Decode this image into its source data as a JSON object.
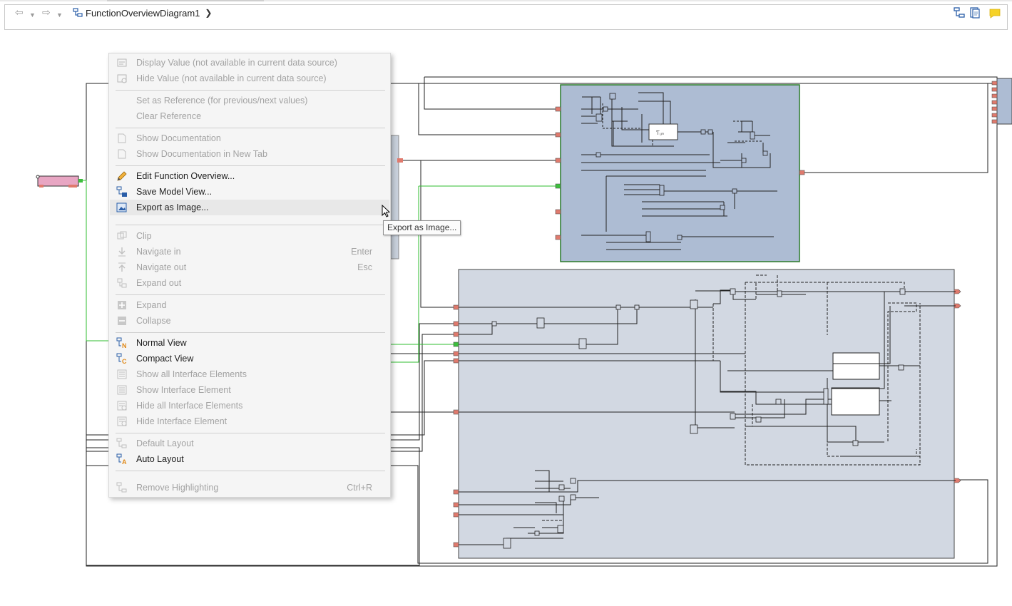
{
  "breadcrumb": {
    "label": "FunctionOverviewDiagram1"
  },
  "context_menu": {
    "items": [
      {
        "label": "Display Value (not available in current data source)",
        "shortcut": "",
        "disabled": true,
        "icon": "display-value-icon"
      },
      {
        "label": "Hide Value (not available in current data source)",
        "shortcut": "",
        "disabled": true,
        "icon": "hide-value-icon"
      },
      {
        "label": "Set as Reference (for previous/next values)",
        "shortcut": "",
        "disabled": true,
        "icon": ""
      },
      {
        "label": "Clear Reference",
        "shortcut": "",
        "disabled": true,
        "icon": ""
      },
      {
        "label": "Show Documentation",
        "shortcut": "",
        "disabled": true,
        "icon": "document-icon"
      },
      {
        "label": "Show Documentation in New Tab",
        "shortcut": "",
        "disabled": true,
        "icon": "document-icon"
      },
      {
        "label": "Edit Function Overview...",
        "shortcut": "",
        "disabled": false,
        "icon": "pencil-icon"
      },
      {
        "label": "Save Model View...",
        "shortcut": "",
        "disabled": false,
        "icon": "save-model-view-icon"
      },
      {
        "label": "Export as Image...",
        "shortcut": "",
        "disabled": false,
        "icon": "export-image-icon"
      },
      {
        "label": "Clip",
        "shortcut": "",
        "disabled": true,
        "icon": "clip-icon"
      },
      {
        "label": "Navigate in",
        "shortcut": "Enter",
        "disabled": true,
        "icon": "navigate-in-icon"
      },
      {
        "label": "Navigate out",
        "shortcut": "Esc",
        "disabled": true,
        "icon": "navigate-out-icon"
      },
      {
        "label": "Expand out",
        "shortcut": "",
        "disabled": true,
        "icon": "expand-out-icon"
      },
      {
        "label": "Expand",
        "shortcut": "",
        "disabled": true,
        "icon": "plus-icon"
      },
      {
        "label": "Collapse",
        "shortcut": "",
        "disabled": true,
        "icon": "minus-icon"
      },
      {
        "label": "Normal View",
        "shortcut": "",
        "disabled": false,
        "icon": "normal-view-icon"
      },
      {
        "label": "Compact View",
        "shortcut": "",
        "disabled": false,
        "icon": "compact-view-icon"
      },
      {
        "label": "Show all Interface Elements",
        "shortcut": "",
        "disabled": true,
        "icon": "list-icon"
      },
      {
        "label": "Show Interface Element",
        "shortcut": "",
        "disabled": true,
        "icon": "list-icon"
      },
      {
        "label": "Hide all Interface Elements",
        "shortcut": "",
        "disabled": true,
        "icon": "hide-list-icon"
      },
      {
        "label": "Hide Interface Element",
        "shortcut": "",
        "disabled": true,
        "icon": "hide-list-icon"
      },
      {
        "label": "Default Layout",
        "shortcut": "",
        "disabled": true,
        "icon": "default-layout-icon"
      },
      {
        "label": "Auto Layout",
        "shortcut": "",
        "disabled": false,
        "icon": "auto-layout-icon"
      },
      {
        "label": "Remove Highlighting",
        "shortcut": "Ctrl+R",
        "disabled": true,
        "icon": "remove-highlight-icon"
      }
    ]
  },
  "tooltip": {
    "text": "Export as Image..."
  },
  "colors": {
    "block_blue": "#adbcd3",
    "block_grey": "#d2d8e2",
    "connector_red": "#e07a6d",
    "wire_green": "#3cbf3c",
    "pink_block": "#e8a6c3",
    "toolbar_yellow": "#f6d227"
  }
}
